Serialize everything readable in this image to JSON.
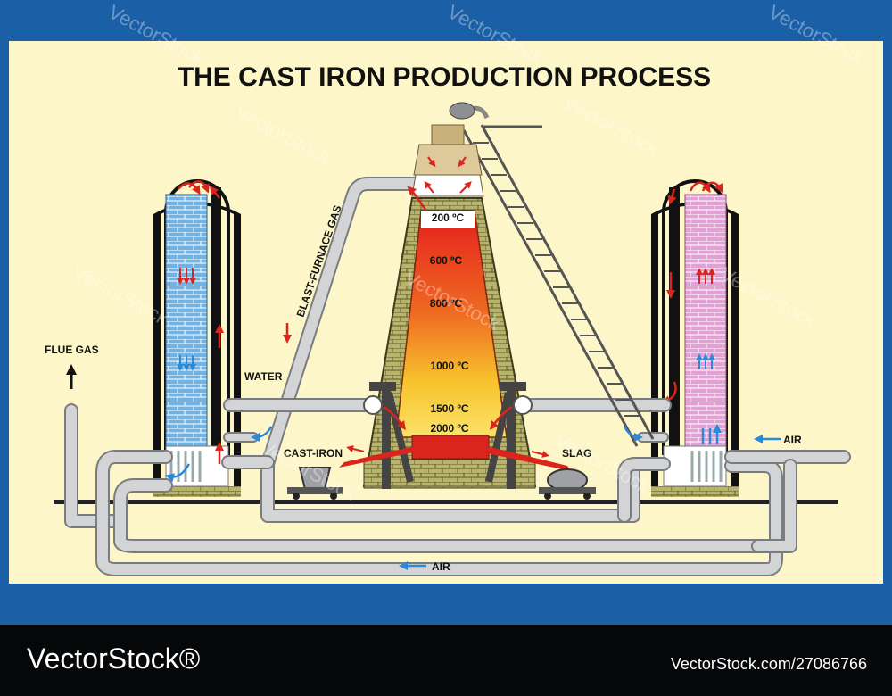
{
  "title": "THE CAST IRON PRODUCTION PROCESS",
  "labels": {
    "flue_gas": "FLUE GAS",
    "blast_furnace_gas": "BLAST-FURNACE GAS",
    "water": "WATER",
    "cast_iron": "CAST-IRON",
    "slag": "SLAG",
    "air_right": "AIR",
    "air_bottom": "AIR"
  },
  "temperatures": [
    "200 ºC",
    "600 ºC",
    "800 ºC",
    "1000 ºC",
    "1500 ºC",
    "2000 ºC"
  ],
  "watermark": "VectorStock",
  "footer": {
    "brand": "VectorStock®",
    "image_id": "VectorStock.com/27086766"
  },
  "colors": {
    "frame_blue": "#1b5fa7",
    "panel": "#fdf6c8",
    "pipe": "#d2d4d6",
    "brick_blue": "#6fb3e6",
    "brick_pink": "#e3a0d6",
    "arrow_red": "#d9251c",
    "arrow_blue": "#2a8ad8"
  }
}
